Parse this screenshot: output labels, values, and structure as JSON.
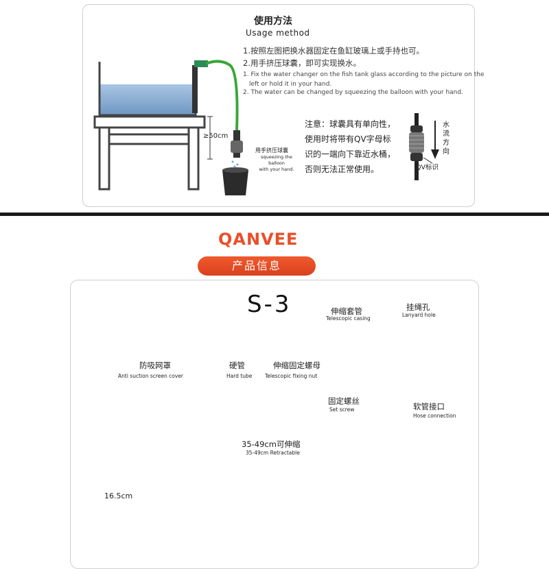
{
  "usage": {
    "title": "使用方法",
    "subtitle": "Usage method",
    "steps_zh": [
      "1.按照左图把换水器固定在鱼缸玻璃上或手持也可。",
      "2.用手挤压球囊，即可实现换水。"
    ],
    "steps_en": [
      "1. Fix the water changer on the fish tank glass according to the picture on the",
      "left or hold it in your hand.",
      "2. The water can be changed by squeezing the balloon with your hand."
    ],
    "height_note": "≥50cm",
    "squeeze_zh": "用手挤压球囊",
    "squeeze_en": [
      "squeezing the balloon",
      "with your hand."
    ],
    "note_lines": [
      "注意：球囊具有单向性，",
      "使用时将带有QV字母标",
      "识的一端向下靠近水桶，",
      "否则无法正常使用。"
    ],
    "flow_direction": [
      "水",
      "流",
      "方",
      "向"
    ],
    "qv_mark": "QV标识"
  },
  "brand": {
    "name": "QANVEE",
    "color": "#e8502a"
  },
  "section": {
    "title": "产品信息"
  },
  "product": {
    "model": "S-3",
    "parts": {
      "telescopic_casing": {
        "zh": "伸缩套管",
        "en": "Telescopic casing"
      },
      "lanyard_hole": {
        "zh": "挂绳孔",
        "en": "Lanyard hole"
      },
      "anti_suction": {
        "zh": "防吸网罩",
        "en": "Anti suction screen cover"
      },
      "hard_tube": {
        "zh": "硬管",
        "en": "Hard tube"
      },
      "fixing_nut": {
        "zh": "伸缩固定螺母",
        "en": "Telescopic fixing nut"
      },
      "set_screw": {
        "zh": "固定螺丝",
        "en": "Set screw"
      },
      "hose_connection": {
        "zh": "软管接口",
        "en": "Hose connection"
      }
    },
    "length_zh": "35-49cm可伸缩",
    "length_en": "35-49cm Retractable",
    "height": "16.5cm"
  }
}
